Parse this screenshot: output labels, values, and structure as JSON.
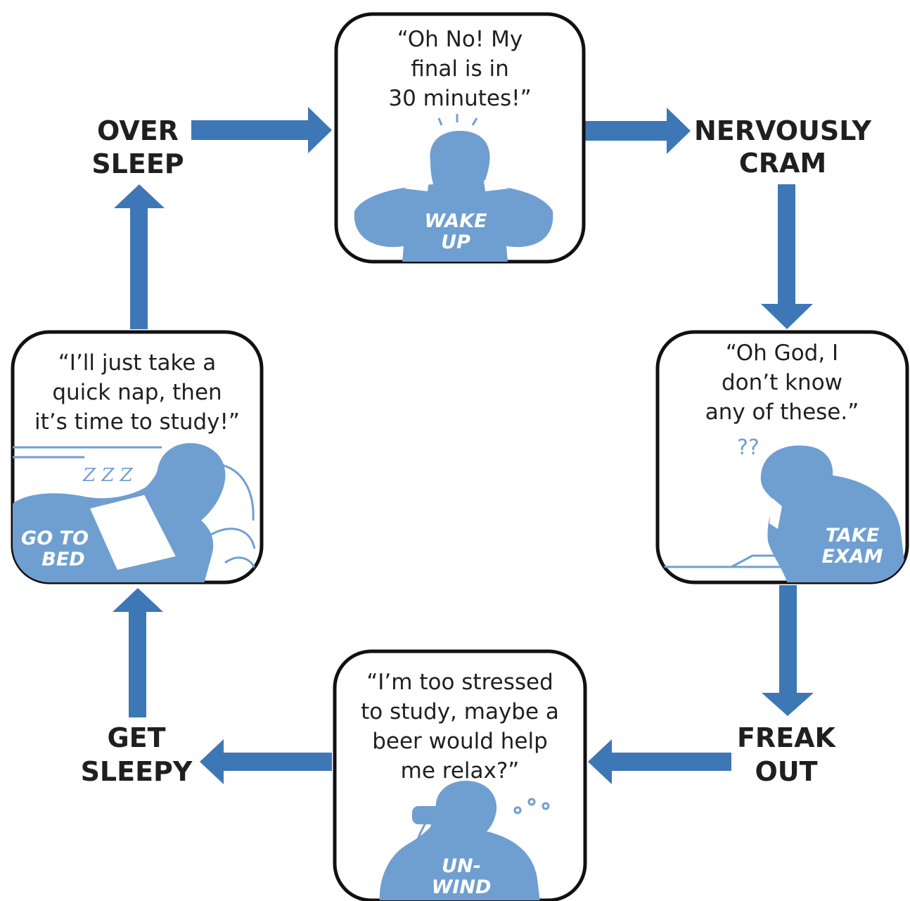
{
  "colors": {
    "arrow": "#3d77b6",
    "figure": "#6f9fd0",
    "outline": "#111111",
    "text": "#1f1f1f"
  },
  "icons": [
    "head-in-hands-figure",
    "student-taking-exam-figure",
    "person-drinking-figure",
    "person-sleeping-figure"
  ],
  "steps": {
    "over_sleep": {
      "line1": "OVER",
      "line2": "SLEEP"
    },
    "nervously_cram": {
      "line1": "NERVOUSLY",
      "line2": "CRAM"
    },
    "freak_out": {
      "line1": "FREAK",
      "line2": "OUT"
    },
    "get_sleepy": {
      "line1": "GET",
      "line2": "SLEEPY"
    }
  },
  "panels": {
    "wake_up": {
      "quote": [
        "“Oh No! My",
        "final is in",
        "30 minutes!”"
      ],
      "caption": [
        "WAKE",
        "UP"
      ]
    },
    "take_exam": {
      "quote": [
        "“Oh God, I",
        "don’t know",
        "any of these.”"
      ],
      "caption": [
        "TAKE",
        "EXAM"
      ],
      "marks": "??"
    },
    "unwind": {
      "quote": [
        "“I’m too stressed",
        "to study, maybe a",
        "beer would help",
        "me relax?”"
      ],
      "caption": [
        "UN-",
        "WIND"
      ]
    },
    "go_to_bed": {
      "quote": [
        "“I’ll just take a",
        "quick nap, then",
        "it’s time to study!”"
      ],
      "caption": [
        "GO TO",
        "BED"
      ],
      "snore": "Z Z Z"
    }
  }
}
